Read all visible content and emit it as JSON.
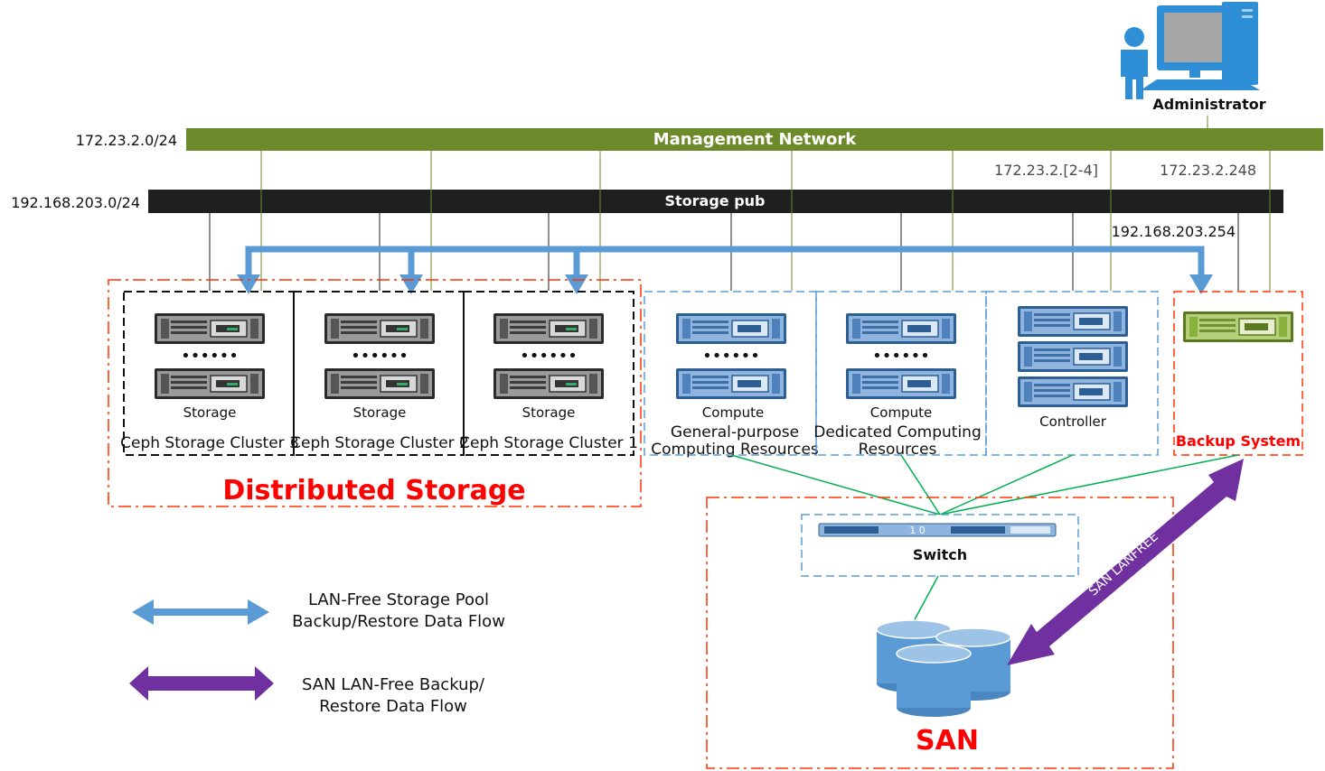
{
  "admin": {
    "label": "Administrator"
  },
  "networks": {
    "management": {
      "label": "Management Network",
      "subnet": "172.23.2.0/24",
      "color": "#6d8a2a"
    },
    "storage_pub": {
      "label": "Storage pub",
      "subnet": "192.168.203.0/24",
      "color": "#1f1f1f"
    },
    "ip_labels": {
      "controller_mgmt": "172.23.2.[2-4]",
      "backup_mgmt": "172.23.2.248",
      "backup_storage": "192.168.203.254"
    }
  },
  "clusters": [
    {
      "node_label": "Storage",
      "name": "Ceph Storage Cluster 3",
      "dots": "••••••"
    },
    {
      "node_label": "Storage",
      "name": "Ceph Storage Cluster 2",
      "dots": "••••••"
    },
    {
      "node_label": "Storage",
      "name": "Ceph Storage Cluster 1",
      "dots": "••••••"
    }
  ],
  "distributed_storage": {
    "label": "Distributed Storage"
  },
  "compute": [
    {
      "node_label": "Compute",
      "line1": "General-purpose",
      "line2": "Computing Resources",
      "dots": "••••••"
    },
    {
      "node_label": "Compute",
      "line1": "Dedicated Computing",
      "line2": "Resources",
      "dots": "••••••"
    }
  ],
  "controller": {
    "label": "Controller"
  },
  "backup_system": {
    "label": "Backup System"
  },
  "switch": {
    "label": "Switch",
    "port_text": "1 0"
  },
  "san": {
    "label": "SAN",
    "arrow_label": "SAN LANFREE"
  },
  "legend": [
    {
      "line1": "LAN-Free Storage Pool",
      "line2": "Backup/Restore Data Flow",
      "color": "#5b9bd5"
    },
    {
      "line1": "SAN LAN-Free Backup/",
      "line2": "Restore Data Flow",
      "color": "#7030a0"
    }
  ],
  "colors": {
    "red_border": "#ff3300",
    "red_text": "#ff0000",
    "blue_border": "#5b9bd5",
    "green_link": "#00b050",
    "server_gray": "#3a3a3a",
    "server_blue": "#4f81bd",
    "server_green": "#8bb13d",
    "disk_blue": "#5b9bd5"
  }
}
